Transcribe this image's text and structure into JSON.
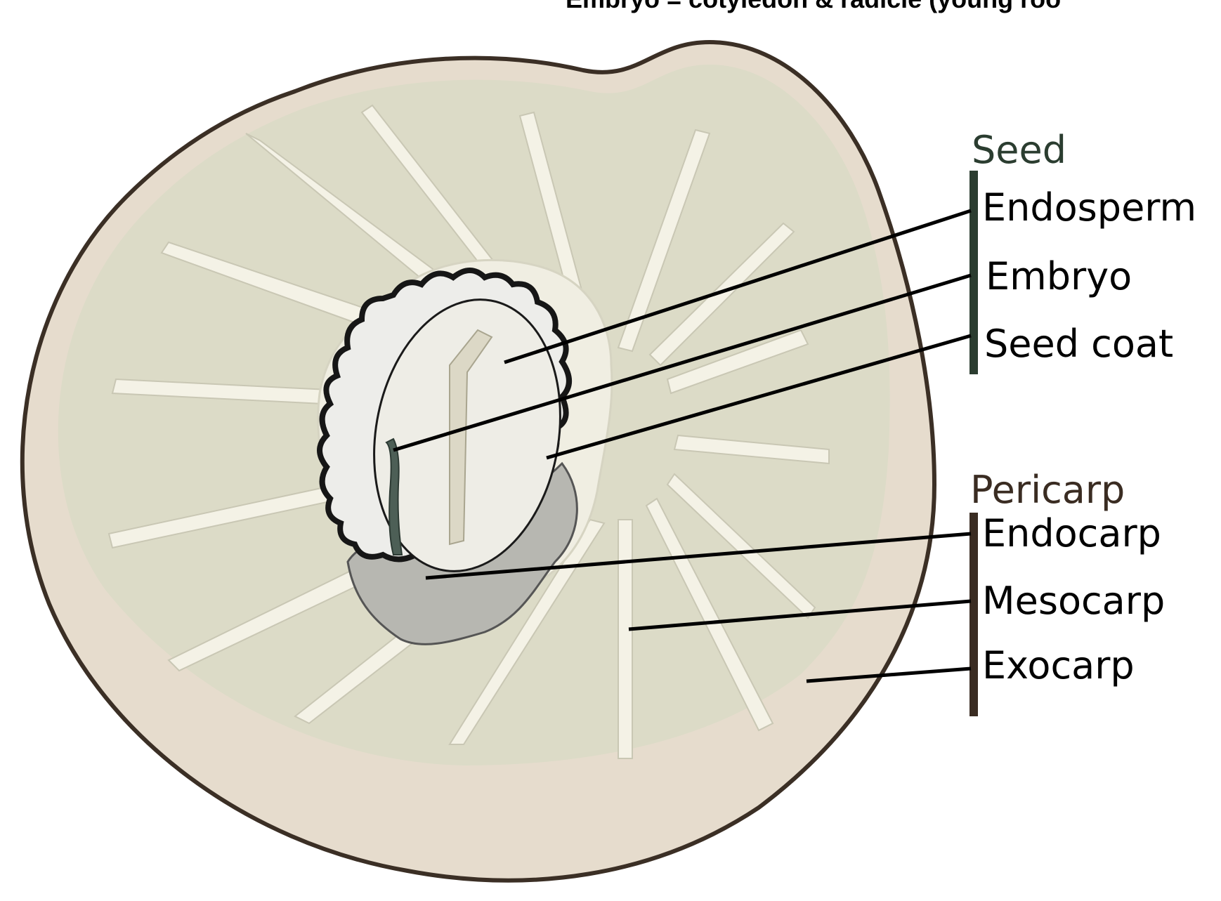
{
  "caption": "Embryo = cotyledon & radicle (young roo",
  "groups": {
    "seed": {
      "heading": "Seed",
      "parts": [
        "Endosperm",
        "Embryo",
        "Seed coat"
      ]
    },
    "pericarp": {
      "heading": "Pericarp",
      "parts": [
        "Endocarp",
        "Mesocarp",
        "Exocarp"
      ]
    }
  },
  "colors": {
    "exocarp": "#e6dccd",
    "mesocarp": "#dcdbc7",
    "endocarp_rays": "#f4f2e6",
    "endocarp_grey": "#b7b7b1",
    "seed_coat": "#161616",
    "endosperm": "#eeede6",
    "embryo": "#4d5f56",
    "seed_bar": "#2b3d30",
    "pericarp_bar": "#3a2c22",
    "outline": "#3b2f25"
  }
}
